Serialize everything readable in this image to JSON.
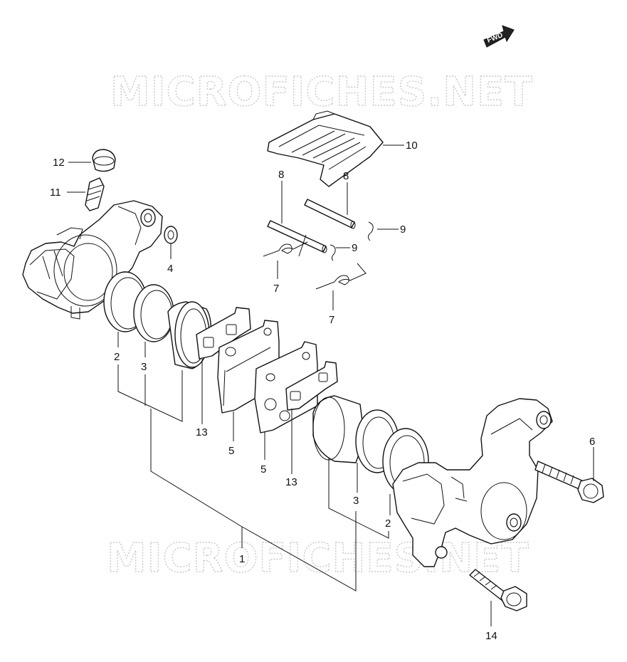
{
  "watermark": "MICROFICHES.NET",
  "fwd_label": "FWD",
  "callouts": {
    "c1": "1",
    "c2a": "2",
    "c2b": "2",
    "c3a": "3",
    "c3b": "3",
    "c4": "4",
    "c5a": "5",
    "c5b": "5",
    "c6": "6",
    "c7a": "7",
    "c7b": "7",
    "c8a": "8",
    "c8b": "8",
    "c9a": "9",
    "c9b": "9",
    "c10": "10",
    "c11": "11",
    "c12": "12",
    "c13a": "13",
    "c13b": "13",
    "c14": "14"
  },
  "colors": {
    "line": "#111111",
    "watermark": "#c9c9c9",
    "background": "#ffffff"
  }
}
